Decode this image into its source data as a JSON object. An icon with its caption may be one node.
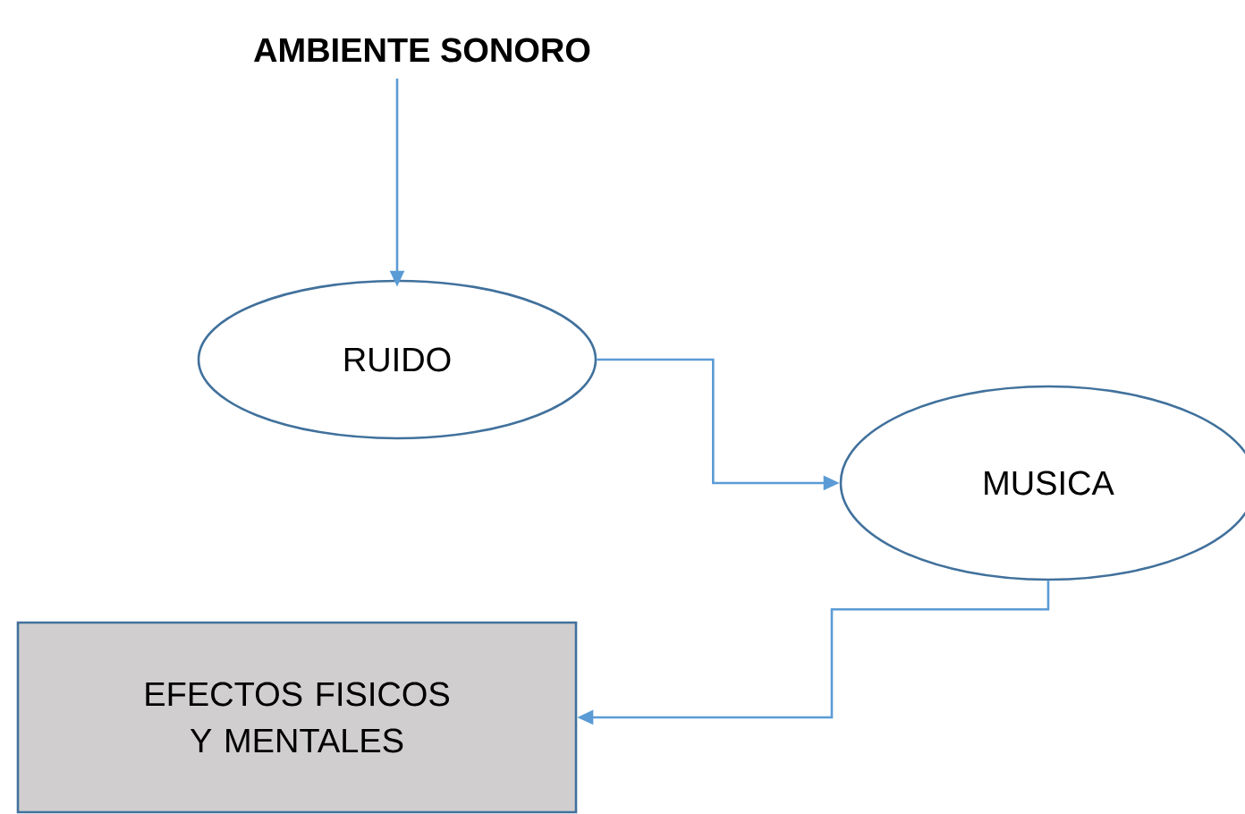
{
  "diagram": {
    "nodes": [
      {
        "text": [
          "AMBIENTE SONORO"
        ]
      },
      {
        "text": [
          "RUIDO"
        ]
      },
      {
        "text": [
          "MUSICA"
        ]
      },
      {
        "text": [
          "EFECTOS FISICOS Y MENTALES"
        ]
      }
    ],
    "edges": [
      {
        "from": 0,
        "to": 1,
        "arrow": "to"
      },
      {
        "from": 1,
        "to": 2,
        "arrow": "to"
      },
      {
        "from": 2,
        "to": 3,
        "arrow": "to"
      }
    ]
  }
}
